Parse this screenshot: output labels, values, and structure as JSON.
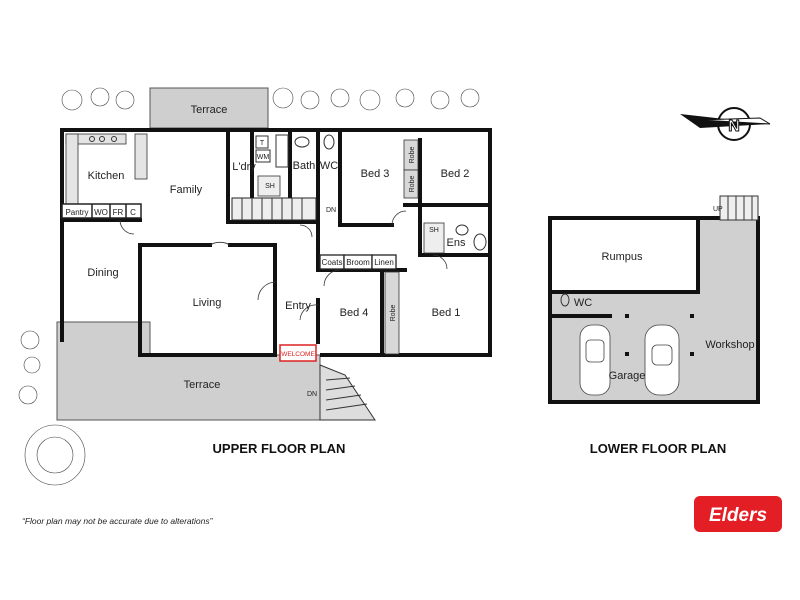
{
  "upper_plan": {
    "title": "UPPER FLOOR PLAN",
    "rooms": {
      "terrace_top": "Terrace",
      "kitchen": "Kitchen",
      "family": "Family",
      "laundry": "L'dry",
      "bath": "Bath",
      "wc_upper": "WC",
      "bed3": "Bed 3",
      "bed2": "Bed 2",
      "ens": "Ens",
      "dining": "Dining",
      "living": "Living",
      "entry": "Entry",
      "bed4": "Bed 4",
      "bed1": "Bed 1",
      "terrace_bottom": "Terrace"
    },
    "fixtures": {
      "pantry": "Pantry",
      "wo": "WO",
      "fr": "FR",
      "c": "C",
      "t": "T",
      "wm": "WM",
      "sh_laundry": "SH",
      "sh_ens": "SH",
      "robe_bed3_top": "Robe",
      "robe_bed3_bottom": "Robe",
      "robe_bed4": "Robe",
      "coats": "Coats",
      "broom": "Broom",
      "linen": "Linen",
      "welcome": "WELCOME",
      "dn_stairs": "DN",
      "dn_terrace": "DN"
    }
  },
  "lower_plan": {
    "title": "LOWER FLOOR PLAN",
    "rooms": {
      "rumpus": "Rumpus",
      "wc": "WC",
      "workshop": "Workshop",
      "garage": "Garage"
    },
    "fixtures": {
      "up": "UP"
    }
  },
  "compass_letter": "N",
  "logo_text": "Elders",
  "logo_color": "#e31e24",
  "disclaimer": "“Floor plan may not be accurate due to alterations”"
}
